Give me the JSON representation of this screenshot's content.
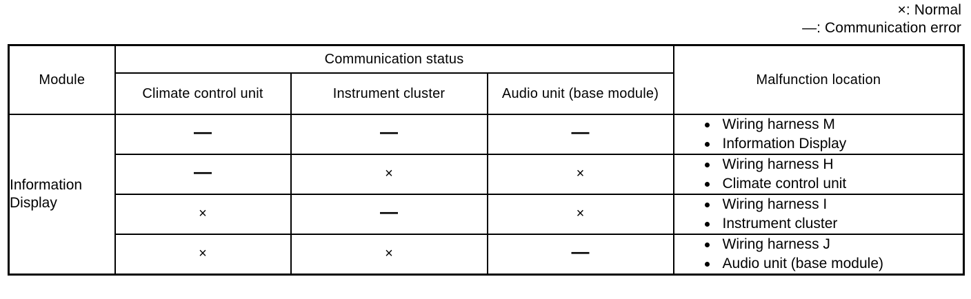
{
  "legend": {
    "lines": [
      "×: Normal",
      "—: Communication error"
    ],
    "normal_symbol": "×",
    "error_symbol": "—",
    "normal_label": "×: Normal",
    "error_label": "—: Communication error"
  },
  "table": {
    "headers": {
      "module": "Module",
      "communication_status": "Communication status",
      "climate_control_unit": "Climate control unit",
      "instrument_cluster": "Instrument cluster",
      "audio_unit": "Audio unit (base module)",
      "malfunction_location": "Malfunction location"
    },
    "module_label": "Information Display",
    "rows": [
      {
        "climate": "—",
        "cluster": "—",
        "audio": "—",
        "malfunction": [
          "Wiring harness M",
          "Information Display"
        ]
      },
      {
        "climate": "—",
        "cluster": "×",
        "audio": "×",
        "malfunction": [
          "Wiring harness H",
          "Climate control unit"
        ]
      },
      {
        "climate": "×",
        "cluster": "—",
        "audio": "×",
        "malfunction": [
          "Wiring harness I",
          "Instrument cluster"
        ]
      },
      {
        "climate": "×",
        "cluster": "×",
        "audio": "—",
        "malfunction": [
          "Wiring harness J",
          "Audio unit (base module)"
        ]
      }
    ]
  }
}
